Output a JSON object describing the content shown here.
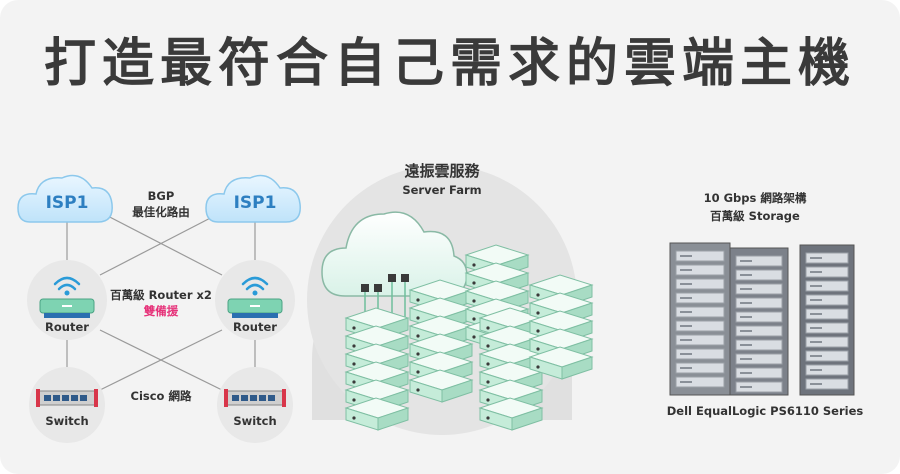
{
  "title": "打造最符合自己需求的雲端主機",
  "network": {
    "isp_left": "ISP1",
    "isp_right": "ISP1",
    "bgp_line1": "BGP",
    "bgp_line2": "最佳化路由",
    "router_line1": "百萬級 Router x2",
    "router_line2": "雙備援",
    "router_left": "Router",
    "router_right": "Router",
    "cisco": "Cisco 網路",
    "switch_left": "Switch",
    "switch_right": "Switch"
  },
  "server_farm": {
    "title": "遠振雲服務",
    "subtitle": "Server Farm"
  },
  "storage": {
    "line1": "10 Gbps 網路架構",
    "line2": "百萬級 Storage",
    "caption": "Dell EqualLogic PS6110 Series"
  },
  "colors": {
    "accent_blue": "#4db7e8",
    "mint": "#c5ecd9",
    "mint_dark": "#6fbf9c",
    "pink": "#e6337a"
  }
}
